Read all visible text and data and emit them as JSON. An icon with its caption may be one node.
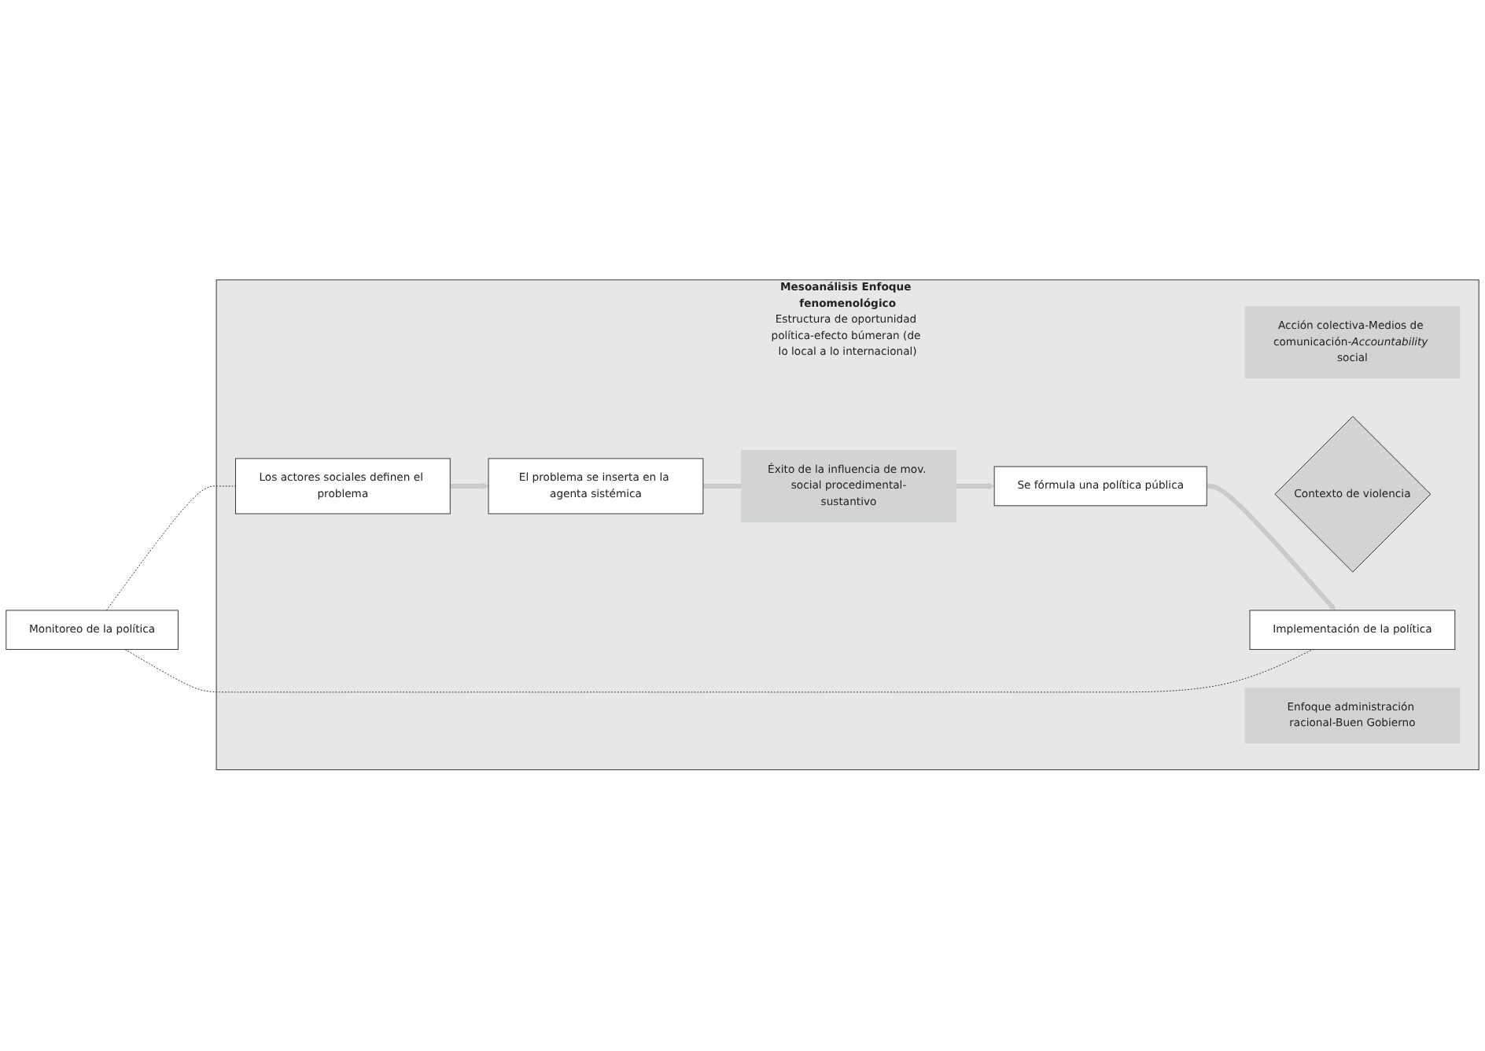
{
  "diagram": {
    "nodes": [
      {
        "text": [
          "Mesoanálisis Enfoque fenomenológico",
          "Estructura de oportunidad política-efecto búmeran (de lo local a lo internacional)"
        ]
      },
      {
        "text": [
          "Los actores sociales definen el problema"
        ],
        "in": 0
      },
      {
        "text": [
          "El problema se inserta en la agenta sistémica"
        ],
        "in": 0
      },
      {
        "text": [
          "Acción colectiva-Medios de comunicación-*Accountability* social"
        ],
        "in": 0
      },
      {
        "text": [
          "Contexto de violencia"
        ],
        "in": 0
      },
      {
        "text": [
          "Éxito de la influencia de mov. social procedimental-sustantivo"
        ],
        "in": 0
      },
      {
        "text": [
          "Implementación de la política"
        ],
        "in": 0
      },
      {
        "text": [
          "Se fórmula una política pública"
        ],
        "in": 0
      },
      {
        "text": [
          "Enfoque administración racional-Buen Gobierno"
        ],
        "in": 0
      },
      {
        "text": [
          "Monitoreo de la política"
        ]
      }
    ],
    "edges": [
      {
        "from": 1,
        "to": 2,
        "arrow": "to"
      },
      {
        "from": 2,
        "to": 5,
        "arrow": "none"
      },
      {
        "from": 5,
        "to": 7,
        "arrow": "to"
      },
      {
        "from": 7,
        "to": 6,
        "arrow": "to"
      },
      {
        "from": 9,
        "to": 1,
        "arrow": "none",
        "style": "dashed",
        "color": "#333333"
      },
      {
        "from": 9,
        "to": 6,
        "arrow": "none",
        "style": "dashed",
        "color": "#333333"
      }
    ]
  }
}
